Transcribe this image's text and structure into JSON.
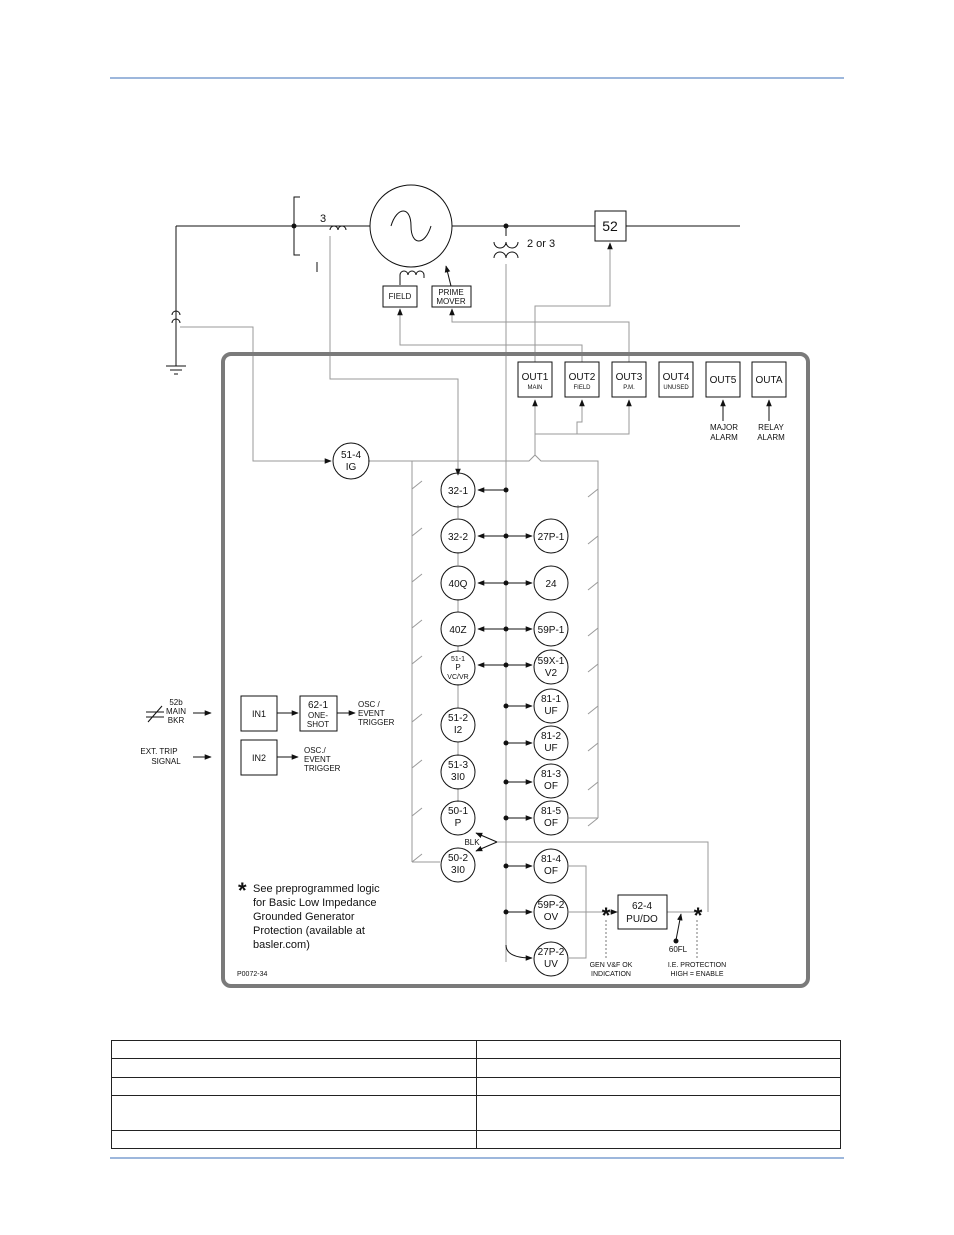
{
  "diagram": {
    "ct_count": "3",
    "vt_label": "2 or 3",
    "breaker": "52",
    "field": "FIELD",
    "prime_mover": [
      "PRIME",
      "MOVER"
    ],
    "outputs": [
      {
        "name": "OUT1",
        "sub": "MAIN"
      },
      {
        "name": "OUT2",
        "sub": "FIELD"
      },
      {
        "name": "OUT3",
        "sub": "P.M."
      },
      {
        "name": "OUT4",
        "sub": "UNUSED"
      },
      {
        "name": "OUT5",
        "sub": ""
      },
      {
        "name": "OUTA",
        "sub": ""
      }
    ],
    "major_alarm": [
      "MAJOR",
      "ALARM"
    ],
    "relay_alarm": [
      "RELAY",
      "ALARM"
    ],
    "elements_left": [
      {
        "id": "51-4",
        "l1": "51-4",
        "l2": "IG"
      },
      {
        "id": "32-1",
        "l1": "32-1",
        "l2": ""
      },
      {
        "id": "32-2",
        "l1": "32-2",
        "l2": ""
      },
      {
        "id": "40q",
        "l1": "40Q",
        "l2": ""
      },
      {
        "id": "40z",
        "l1": "40Z",
        "l2": ""
      },
      {
        "id": "51-1",
        "l1": "51-1",
        "l2": "P",
        "l3": "VC/VR"
      },
      {
        "id": "51-2",
        "l1": "51-2",
        "l2": "I2"
      },
      {
        "id": "51-3",
        "l1": "51-3",
        "l2": "3I0"
      },
      {
        "id": "50-1",
        "l1": "50-1",
        "l2": "P"
      },
      {
        "id": "50-2",
        "l1": "50-2",
        "l2": "3I0"
      }
    ],
    "elements_right": [
      {
        "id": "27p-1",
        "l1": "27P-1",
        "l2": ""
      },
      {
        "id": "24",
        "l1": "24",
        "l2": ""
      },
      {
        "id": "59p-1",
        "l1": "59P-1",
        "l2": ""
      },
      {
        "id": "59x-1",
        "l1": "59X-1",
        "l2": "V2"
      },
      {
        "id": "81-1",
        "l1": "81-1",
        "l2": "UF"
      },
      {
        "id": "81-2",
        "l1": "81-2",
        "l2": "UF"
      },
      {
        "id": "81-3",
        "l1": "81-3",
        "l2": "OF"
      },
      {
        "id": "81-5",
        "l1": "81-5",
        "l2": "OF"
      },
      {
        "id": "81-4",
        "l1": "81-4",
        "l2": "OF"
      },
      {
        "id": "59p-2",
        "l1": "59P-2",
        "l2": "OV"
      },
      {
        "id": "27p-2",
        "l1": "27P-2",
        "l2": "UV"
      }
    ],
    "blk": "BLK",
    "in1": "IN1",
    "in2": "IN2",
    "oneshot": [
      "62-1",
      "ONE-",
      "SHOT"
    ],
    "osc1": [
      "OSC /",
      "EVENT",
      "TRIGGER"
    ],
    "osc2": [
      "OSC./",
      "EVENT",
      "TRIGGER"
    ],
    "main_bkr": [
      "52b",
      "MAIN",
      "BKR"
    ],
    "ext_trip": [
      "EXT. TRIP",
      "SIGNAL"
    ],
    "timer": [
      "62-4",
      "PU/DO"
    ],
    "sixty_fl": "60FL",
    "gen_vf": [
      "GEN V&F OK",
      "INDICATION"
    ],
    "ie_prot": [
      "I.E. PROTECTION",
      "HIGH = ENABLE"
    ],
    "asterisk": "*",
    "note": [
      "See preprogrammed logic",
      "for Basic Low Impedance",
      "Grounded Generator",
      "Protection (available at",
      "basler.com)"
    ],
    "figure_id": "P0072-34"
  },
  "colors": {
    "rule": "#9db7dc",
    "frame": "#7a7a7a",
    "line": "#111111",
    "logic": "#999999"
  }
}
